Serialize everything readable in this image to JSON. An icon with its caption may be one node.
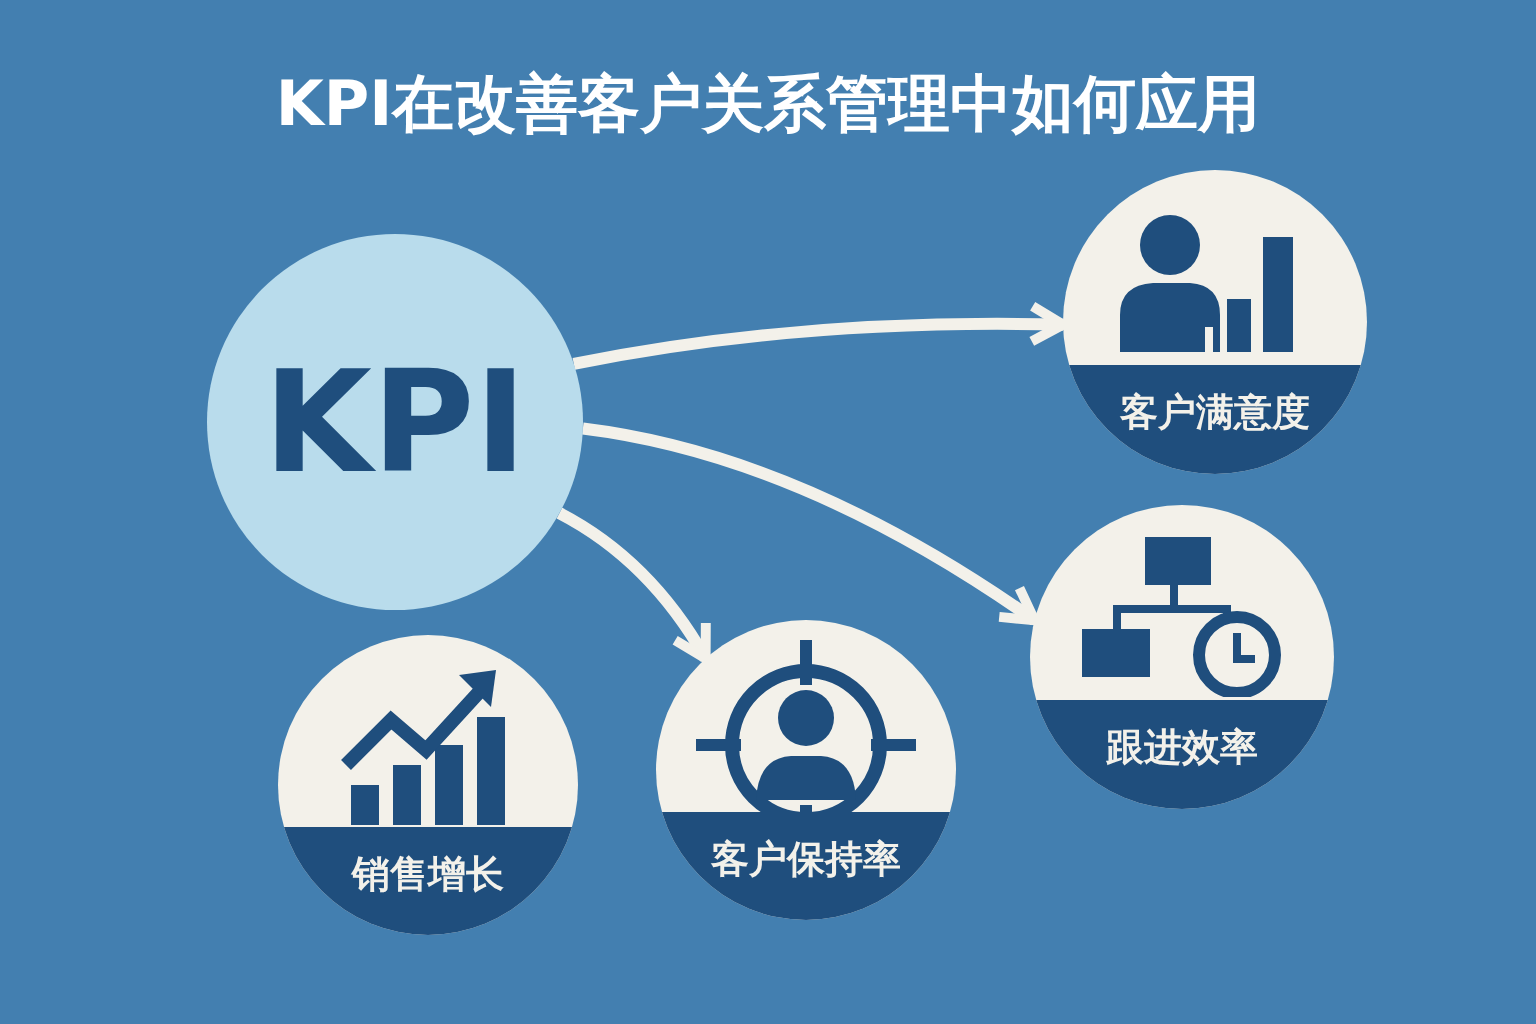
{
  "diagram": {
    "title": "KPI在改善客户关系管理中如何应用",
    "nodes": [
      {
        "text": [
          "KPI"
        ]
      },
      {
        "text": [
          "客户满意度"
        ]
      },
      {
        "text": [
          "跟进效率"
        ]
      },
      {
        "text": [
          "销售增长"
        ]
      },
      {
        "text": [
          "客户保持率"
        ]
      }
    ],
    "edges": [
      {
        "from": 0,
        "to": 1,
        "arrow": "to"
      },
      {
        "from": 0,
        "to": 2,
        "arrow": "to"
      },
      {
        "from": 0,
        "to": 4,
        "arrow": "to"
      }
    ]
  }
}
